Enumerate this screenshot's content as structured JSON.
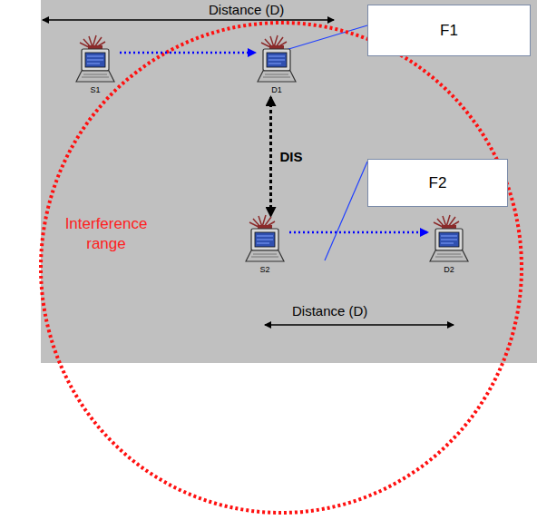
{
  "diagram": {
    "nodes": [
      {
        "text": [
          "S1"
        ]
      },
      {
        "text": [
          "D1"
        ]
      },
      {
        "text": [
          "F1"
        ]
      },
      {
        "text": [
          "F2"
        ]
      },
      {
        "text": [
          "S2"
        ]
      },
      {
        "text": [
          "D2"
        ]
      }
    ],
    "edges": [
      {
        "from": 0,
        "to": 1,
        "arrow": "to"
      },
      {
        "from": 1,
        "to": 4,
        "label": "DIS",
        "arrow": "both"
      },
      {
        "from": 4,
        "to": 5,
        "arrow": "to"
      }
    ],
    "labels": [
      "Distance (D)",
      "Interference range",
      "Distance (D)"
    ]
  }
}
